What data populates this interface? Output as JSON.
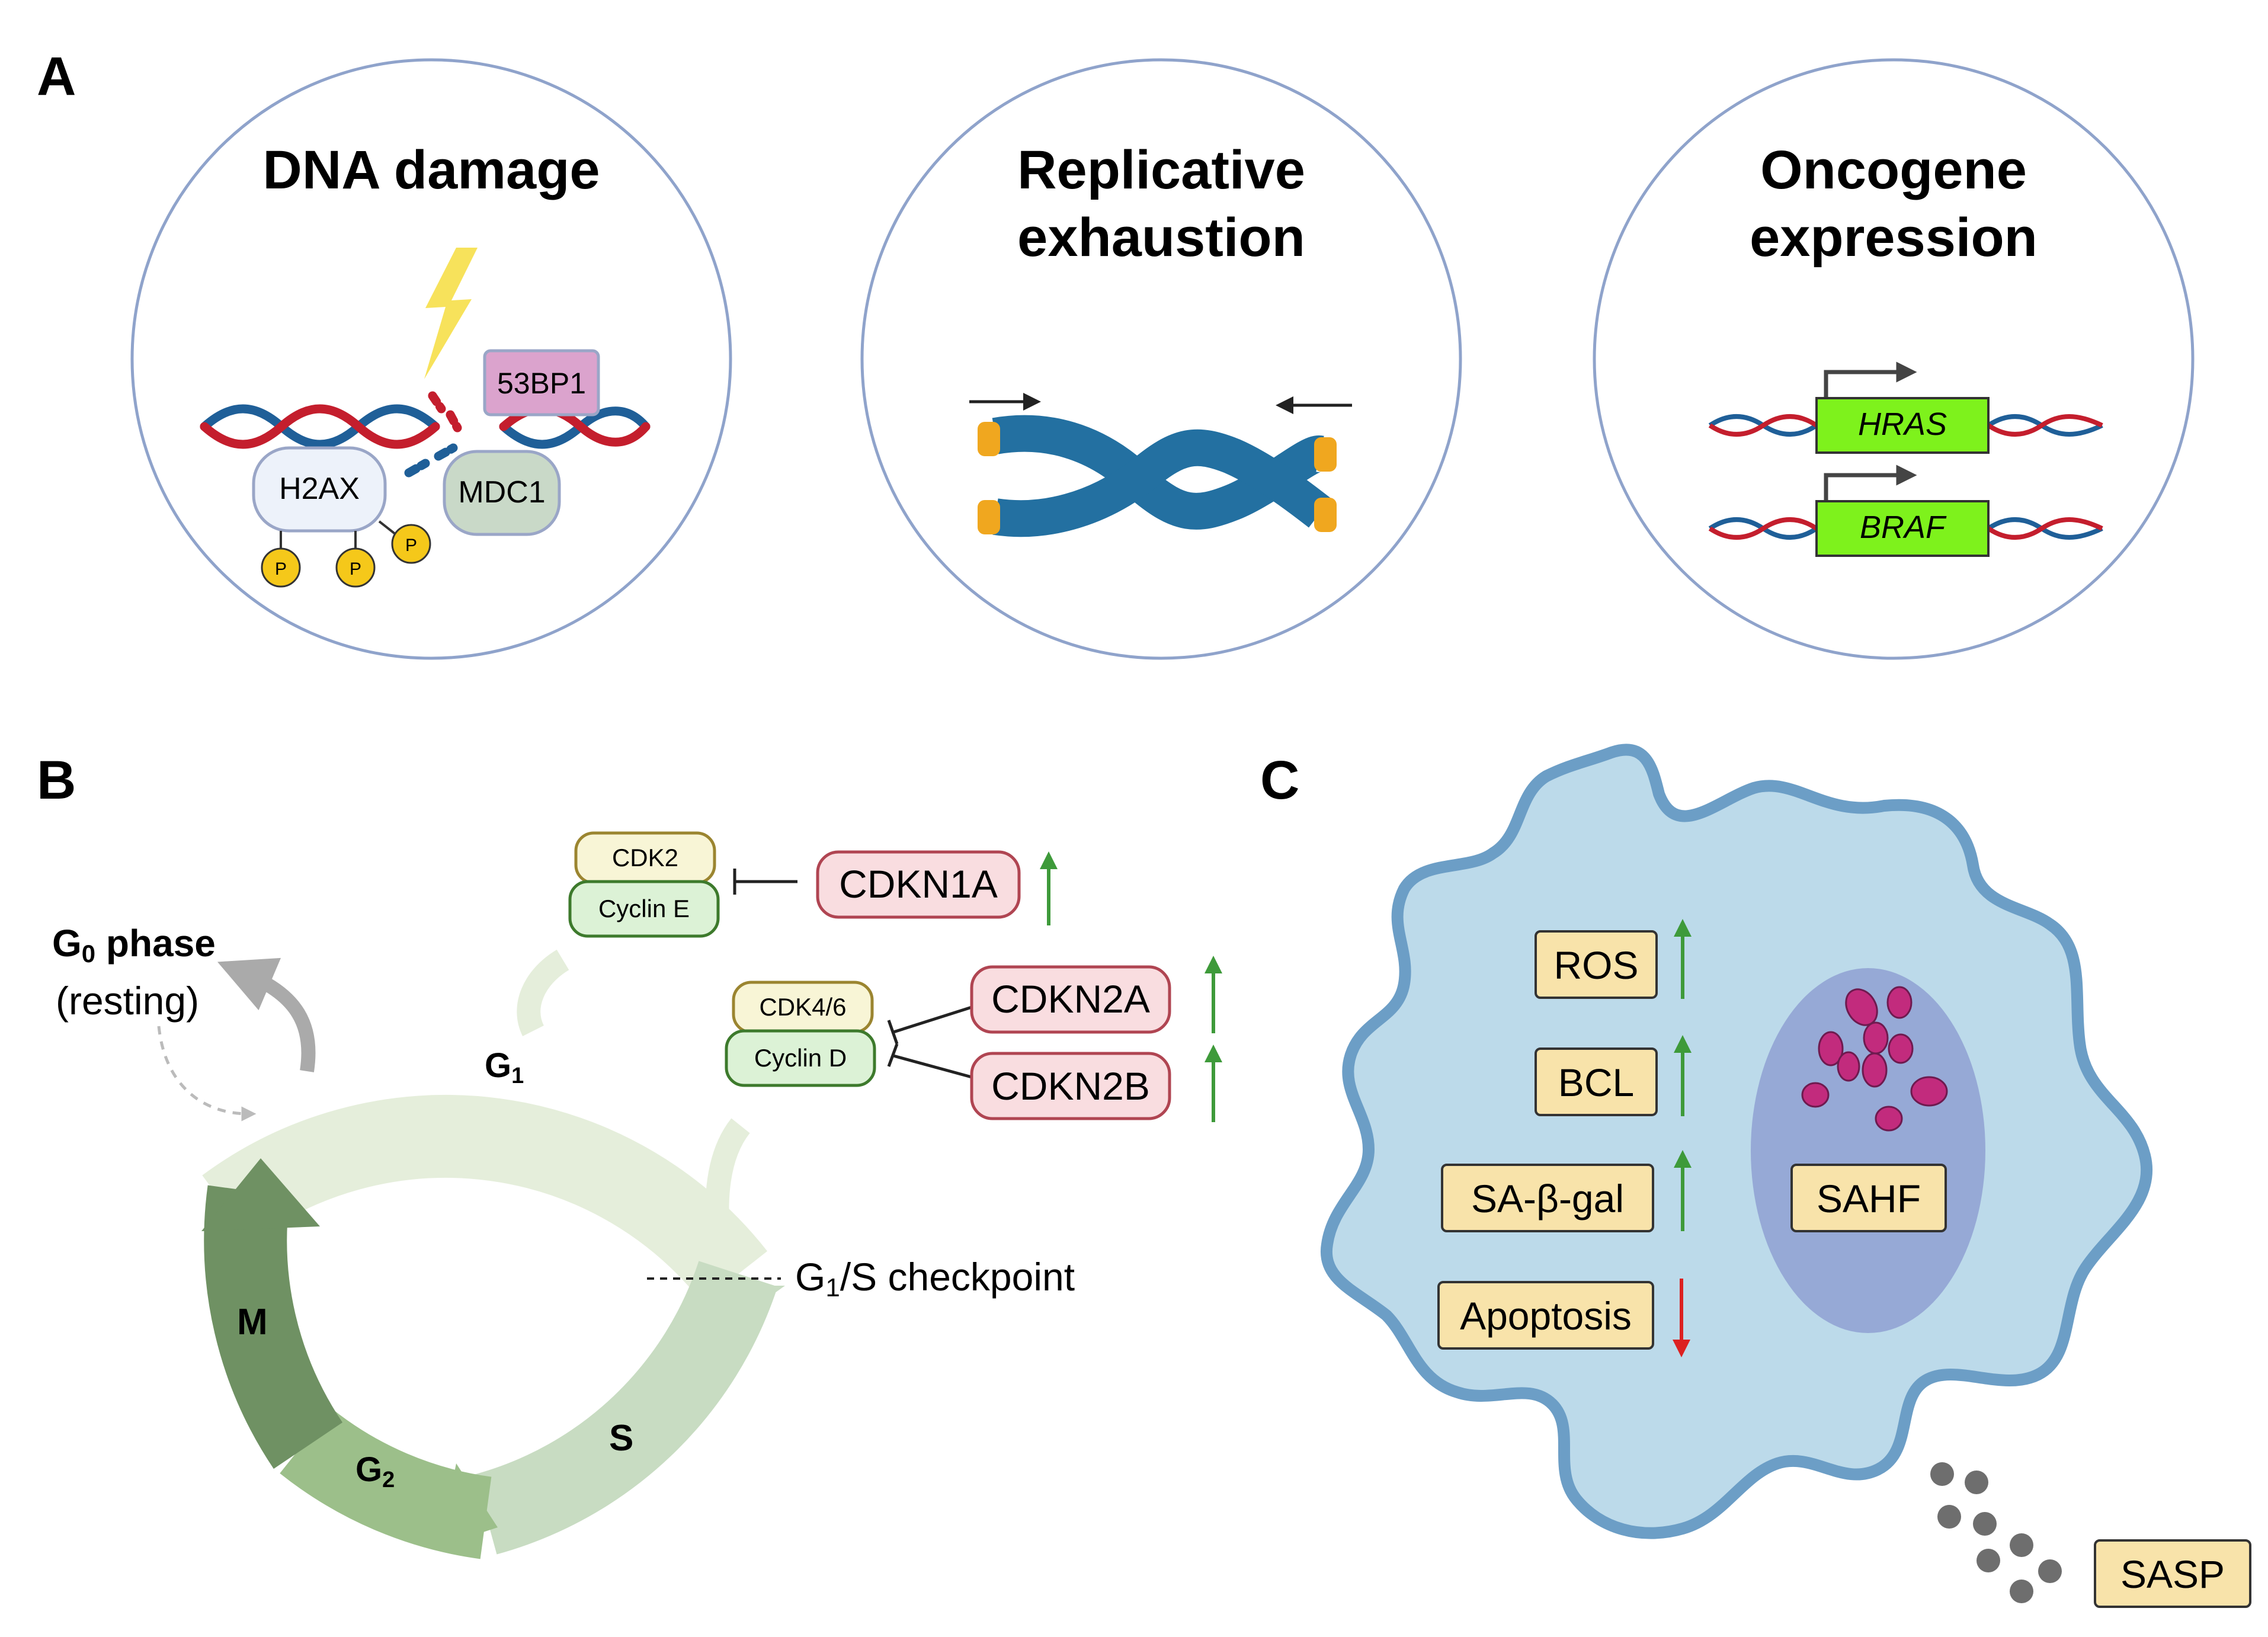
{
  "panels": {
    "a": {
      "letter": "A"
    },
    "b": {
      "letter": "B"
    },
    "c": {
      "letter": "C"
    }
  },
  "panel_a": {
    "circles": [
      {
        "title_lines": [
          "DNA damage"
        ]
      },
      {
        "title_lines": [
          "Replicative",
          "exhaustion"
        ]
      },
      {
        "title_lines": [
          "Oncogene",
          "expression"
        ]
      }
    ],
    "dna_damage": {
      "proteins": [
        "H2AX",
        "53BP1",
        "MDC1"
      ],
      "phospho_label": "P",
      "phospho_count": 3
    },
    "oncogenes": [
      "HRAS",
      "BRAF"
    ]
  },
  "panel_b": {
    "g0": {
      "label_main": "G",
      "label_sub": "0",
      "label_rest": " phase",
      "note": "(resting)"
    },
    "phases": [
      {
        "main": "G",
        "sub": "1"
      },
      {
        "main": "S",
        "sub": ""
      },
      {
        "main": "G",
        "sub": "2"
      },
      {
        "main": "M",
        "sub": ""
      }
    ],
    "checkpoint": {
      "main": "G",
      "sub": "1",
      "rest": "/S checkpoint"
    },
    "complexes": [
      {
        "kinase": "CDK2",
        "cyclin": "Cyclin E"
      },
      {
        "kinase": "CDK4/6",
        "cyclin": "Cyclin D"
      }
    ],
    "inhibitors": [
      {
        "name": "CDKN1A",
        "direction": "up"
      },
      {
        "name": "CDKN2A",
        "direction": "up"
      },
      {
        "name": "CDKN2B",
        "direction": "up"
      }
    ]
  },
  "panel_c": {
    "markers": [
      {
        "label": "ROS",
        "direction": "up"
      },
      {
        "label": "BCL",
        "direction": "up"
      },
      {
        "label": "SA-β-gal",
        "direction": "up"
      },
      {
        "label": "Apoptosis",
        "direction": "down"
      }
    ],
    "nucleus_label": "SAHF",
    "secretion_label": "SASP"
  },
  "colors": {
    "circle_stroke": "#8fa3cb",
    "dna_red": "#c41e2d",
    "dna_blue": "#1f5f98",
    "oncogene_fill": "#7ef21c",
    "lightning": "#f7e25b",
    "phospho_fill": "#f5c81a",
    "chromosome": "#2370a1",
    "telomere": "#f0a71f",
    "inhibitor_fill": "#f9dde0",
    "inhibitor_stroke": "#b04552",
    "kinase_fill": "#f8f5d6",
    "kinase_stroke": "#9b8530",
    "cyclin_fill": "#dcf2d6",
    "cyclin_stroke": "#3d7a2c",
    "arrow_up": "#3e9a3a",
    "arrow_down": "#dc2121",
    "cell_fill": "#bcdaea",
    "cell_stroke": "#6c9ec6",
    "nucleus_fill": "#96a9d6",
    "granule": "#c22b7d",
    "marker_fill": "#f8e3aa",
    "sasp_dot": "#6e6e6e"
  }
}
